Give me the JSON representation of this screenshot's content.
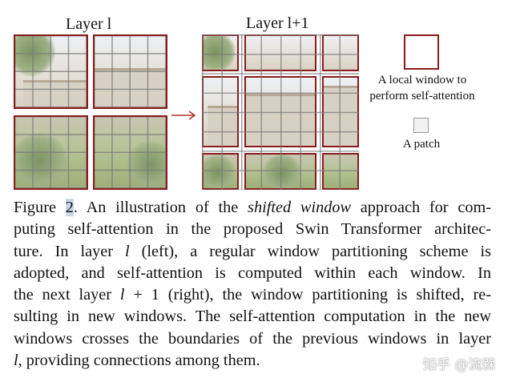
{
  "figure": {
    "left_label": "Layer l",
    "right_label": "Layer l+1",
    "legend": {
      "window_label_line1": "A local window to",
      "window_label_line2": "perform self-attention",
      "patch_label": "A patch"
    },
    "colors": {
      "window_border": "#8b1a1a",
      "arrow": "#b03030",
      "patch_border": "#999999"
    },
    "arrow_icon": "right-arrow-icon"
  },
  "caption": {
    "l1a": "Figure ",
    "l1num": "2",
    "l1b": ". An illustration of the ",
    "l1em": "shifted window",
    "l1c": " approach for com-",
    "l2": "puting self-attention in the proposed Swin Transformer architec-",
    "l3a": "ture.  In layer ",
    "l3em": "l",
    "l3b": " (left), a regular window partitioning scheme is",
    "l4": "adopted, and self-attention is computed within each window.  In",
    "l5a": "the next layer ",
    "l5em": "l",
    "l5b": " + 1 (right), the window partitioning is shifted, re-",
    "l6": "sulting in new windows. The self-attention computation in the new",
    "l7": "windows crosses the boundaries of the previous windows in layer",
    "l8em": "l",
    "l8b": ", providing connections among them."
  },
  "watermark": "知乎 @流槑"
}
